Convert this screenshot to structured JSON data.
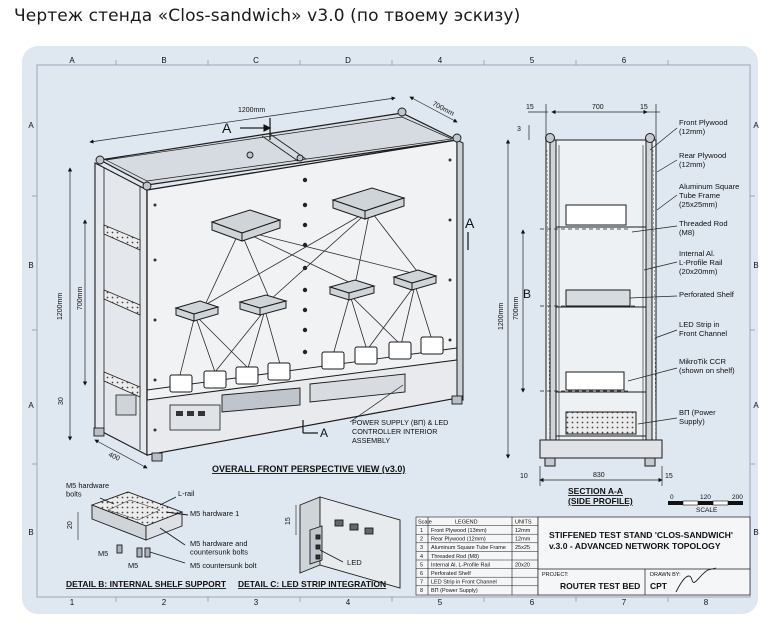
{
  "header": {
    "title": "Чертеж стенда «Clos-sandwich» v3.0 (по твоему эскизу)"
  },
  "frame": {
    "top_cols": [
      "A",
      "B",
      "C",
      "D",
      "4",
      "5",
      "6"
    ],
    "bottom_cols": [
      "1",
      "2",
      "3",
      "4",
      "5",
      "6",
      "7",
      "8"
    ],
    "left_rows": [
      "A",
      "B",
      "A",
      "B"
    ],
    "right_rows": [
      "A",
      "B",
      "A",
      "B"
    ]
  },
  "front_view": {
    "dim_width": "1200mm",
    "dim_depth": "700mm",
    "dim_height": "1200mm",
    "dim_inner_height": "700mm",
    "dim_30": "30",
    "dim_400": "400",
    "section_a_top": "A",
    "section_a_right": "A",
    "section_a_bottom": "A",
    "callout_power": "POWER SUPPLY (ВП) & LED\nCONTROLLER INTERIOR\nASSEMBLY",
    "caption": "OVERALL FRONT PERSPECTIVE VIEW (v3.0)"
  },
  "side_view": {
    "dim_15a": "15",
    "dim_15b": "15",
    "dim_700": "700",
    "dim_3": "3",
    "dim_1200": "1200mm",
    "dim_700v": "700mm",
    "dim_10": "10",
    "dim_830": "830",
    "dim_15c": "15",
    "label_b": "B",
    "callouts": [
      "Front Plywood\n(12mm)",
      "Rear Plywood\n(12mm)",
      "Aluminum Square\nTube Frame\n(25x25mm)",
      "Threaded Rod\n(M8)",
      "Internal Al.\nL-Profile Rail\n(20x20mm)",
      "Perforated Shelf",
      "LED Strip in\nFront Channel",
      "MikroTik CCR\n(shown on shelf)",
      "ВП (Power\nSupply)"
    ],
    "caption": "SECTION A-A\n(SIDE PROFILE)"
  },
  "scale_bar": {
    "ticks": [
      "0",
      "120",
      "200"
    ],
    "label": "SCALE"
  },
  "detail_b": {
    "callouts": [
      "M5 hardware\nbolts",
      "L-rail",
      "M5 hardware 1",
      "M5 hardware and\ncountersunk bolts",
      "M5 countersunk bolt",
      "M5",
      "M5"
    ],
    "dim_20": "20",
    "caption": "DETAIL B: INTERNAL SHELF SUPPORT"
  },
  "detail_c": {
    "dim_15": "15",
    "callout_led": "LED",
    "caption": "DETAIL C: LED STRIP INTEGRATION"
  },
  "legend": {
    "headers": [
      "Scale",
      "LEGEND",
      "UNITS"
    ],
    "rows": [
      [
        "1",
        "Front Plywood (13mm)",
        "12mm"
      ],
      [
        "2",
        "Rear Plywood (12mm)",
        "12mm"
      ],
      [
        "3",
        "Aluminum Square Tube Frame",
        "25x25"
      ],
      [
        "4",
        "Threaded Rod (M8)",
        ""
      ],
      [
        "5",
        "Internal Al. L-Profile Rail",
        "20x20"
      ],
      [
        "6",
        "Perforated Shelf",
        ""
      ],
      [
        "7",
        "LED Strip in Front Channel",
        ""
      ],
      [
        "8",
        "ВП (Power Supply)",
        ""
      ]
    ]
  },
  "title_block": {
    "title": "STIFFENED TEST STAND 'CLOS-SANDWICH'\nv.3.0 - ADVANCED NETWORK TOPOLOGY",
    "project_label": "PROJECT:",
    "project_value": "ROUTER TEST BED",
    "drawn_label": "DRAWN BY:",
    "drawn_value": "CPT"
  },
  "colors": {
    "sheet": "#dde6f0",
    "line": "#1c1c1c",
    "border": "#a9b6c6"
  }
}
